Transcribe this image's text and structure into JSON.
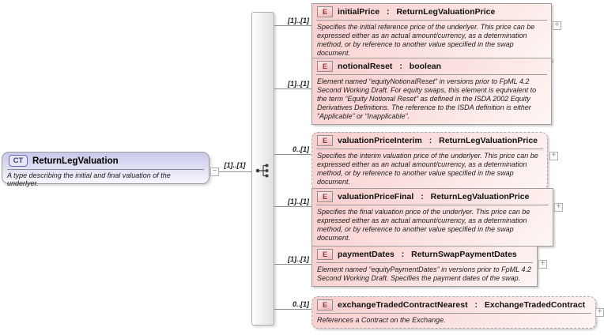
{
  "window": {
    "background": "#ffffff"
  },
  "labels": {
    "type_separator": " : "
  },
  "complex_type": {
    "badge": "CT",
    "name": "ReturnLegValuation",
    "annotation": "A type describing the initial and final valuation of the underlyer.",
    "collapse_glyph": "−",
    "cardinality": "[1]..[1]"
  },
  "sequence": {
    "icon": "sequence-compositor-icon"
  },
  "elements": [
    {
      "badge": "E",
      "name": "initialPrice",
      "type": "ReturnLegValuationPrice",
      "cardinality": "[1]..[1]",
      "optional": false,
      "expand": "+",
      "annotation": "Specifies the initial reference price of the underlyer. This price can be expressed either as an actual amount/currency, as a determination method, or by reference to another value specified in the swap document."
    },
    {
      "badge": "E",
      "name": "notionalReset",
      "type": "boolean",
      "cardinality": "[1]..[1]",
      "optional": false,
      "annotation": "Element named “equityNotionalReset” in versions prior to FpML 4.2 Second Working Draft. For equity swaps, this element is equivalent to the term “Equity Notional Reset” as defined in the ISDA 2002 Equity Derivatives Definitions. The reference to the ISDA definition is either “Applicable” or “Inapplicable”."
    },
    {
      "badge": "E",
      "name": "valuationPriceInterim",
      "type": "ReturnLegValuationPrice",
      "cardinality": "0..[1]",
      "optional": true,
      "expand": "+",
      "annotation": "Specifies the interim valuation price of the underlyer. This price can be expressed either as an actual amount/currency, as a determination method, or by reference to another value specified in the swap document."
    },
    {
      "badge": "E",
      "name": "valuationPriceFinal",
      "type": "ReturnLegValuationPrice",
      "cardinality": "[1]..[1]",
      "optional": false,
      "expand": "+",
      "annotation": "Specifies the final valuation price of the underlyer. This price can be expressed either as an actual amount/currency, as a determination method, or by reference to another value specified in the swap document."
    },
    {
      "badge": "E",
      "name": "paymentDates",
      "type": "ReturnSwapPaymentDates",
      "cardinality": "[1]..[1]",
      "optional": false,
      "expand": "+",
      "annotation": "Element named “equityPaymentDates” in versions prior to FpML 4.2 Second Working Draft. Specifies the payment dates of the swap."
    },
    {
      "badge": "E",
      "name": "exchangeTradedContractNearest",
      "type": "ExchangeTradedContract",
      "cardinality": "0..[1]",
      "optional": true,
      "expand": "+",
      "annotation": "References a Contract on the Exchange."
    }
  ],
  "colors": {
    "element_box_fill": "#f9cdcd",
    "element_box_fill_light": "#fdf6f4",
    "complex_type_fill": "#c8c8ea",
    "badge_e_text": "#993333",
    "badge_ct_text": "#3c3c6e",
    "border_gray": "#9e9e9e",
    "connector": "#8f8f8f"
  }
}
